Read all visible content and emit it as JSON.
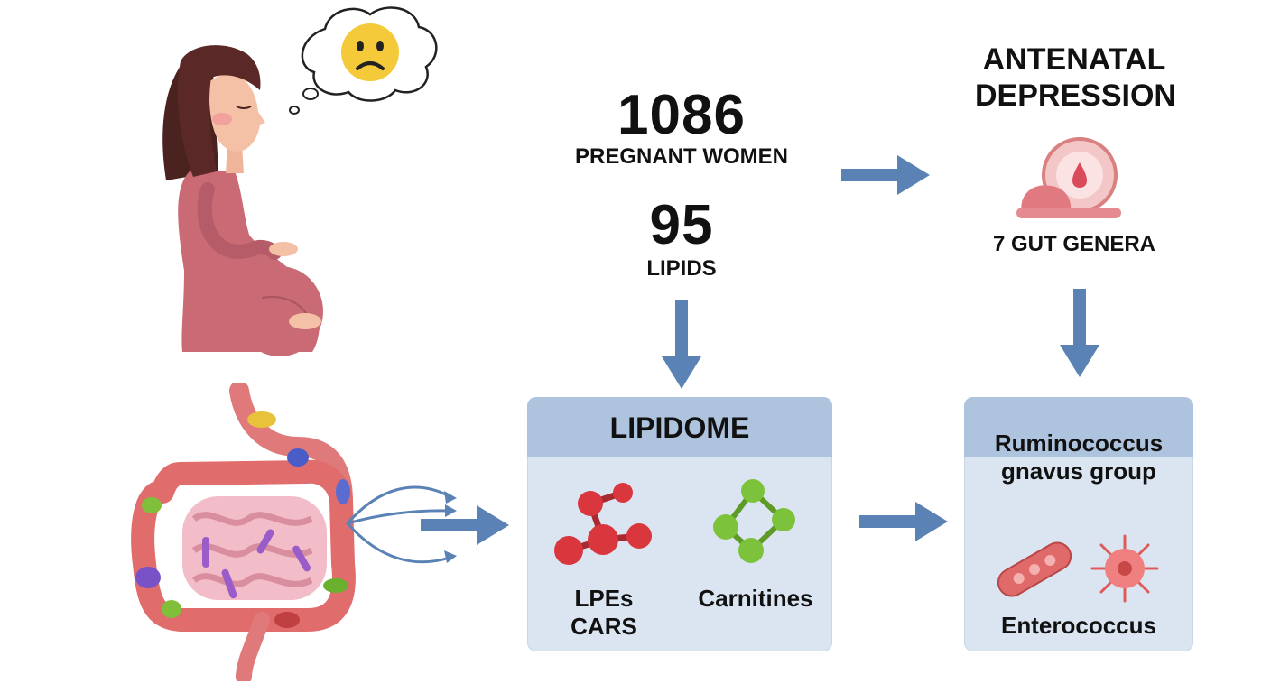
{
  "stats": {
    "women_count": "1086",
    "women_label": "PREGNANT WOMEN",
    "lipids_count": "95",
    "lipids_label": "LIPIDS"
  },
  "outcome": {
    "title": "ANTENATAL DEPRESSION",
    "genera_label": "7 GUT GENERA"
  },
  "lipidome_box": {
    "title": "LIPIDOME",
    "group_1_line_1": "LPEs",
    "group_1_line_2": "CARS",
    "group_2": "Carnitines"
  },
  "microbe_box": {
    "genus_1": "Ruminococcus gnavus group",
    "genus_2": "Enterococcus"
  },
  "icons": [
    "pregnant-woman-icon",
    "sad-face-thought-icon",
    "gut-microbiome-icon",
    "brain-emotion-icon",
    "molecule-icon",
    "bacteria-icon"
  ],
  "colors": {
    "arrow": "#5b82b5",
    "panel_header": "#aec4de",
    "panel_body": "#dbe5f1",
    "red_molecule": "#d9363e",
    "green_molecule": "#7cc23a"
  }
}
